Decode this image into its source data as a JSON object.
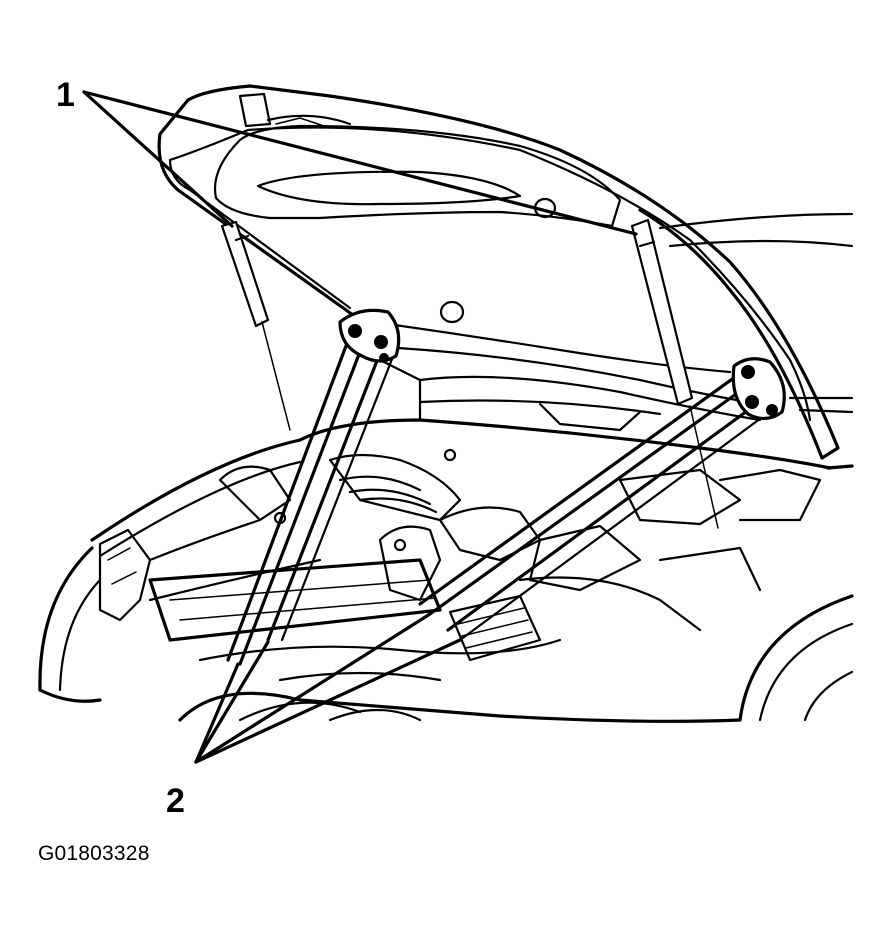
{
  "diagram": {
    "callouts": [
      {
        "id": "1",
        "label": "1"
      },
      {
        "id": "2",
        "label": "2"
      }
    ],
    "figure_id": "G01803328",
    "colors": {
      "line": "#000000",
      "background": "#ffffff"
    }
  }
}
